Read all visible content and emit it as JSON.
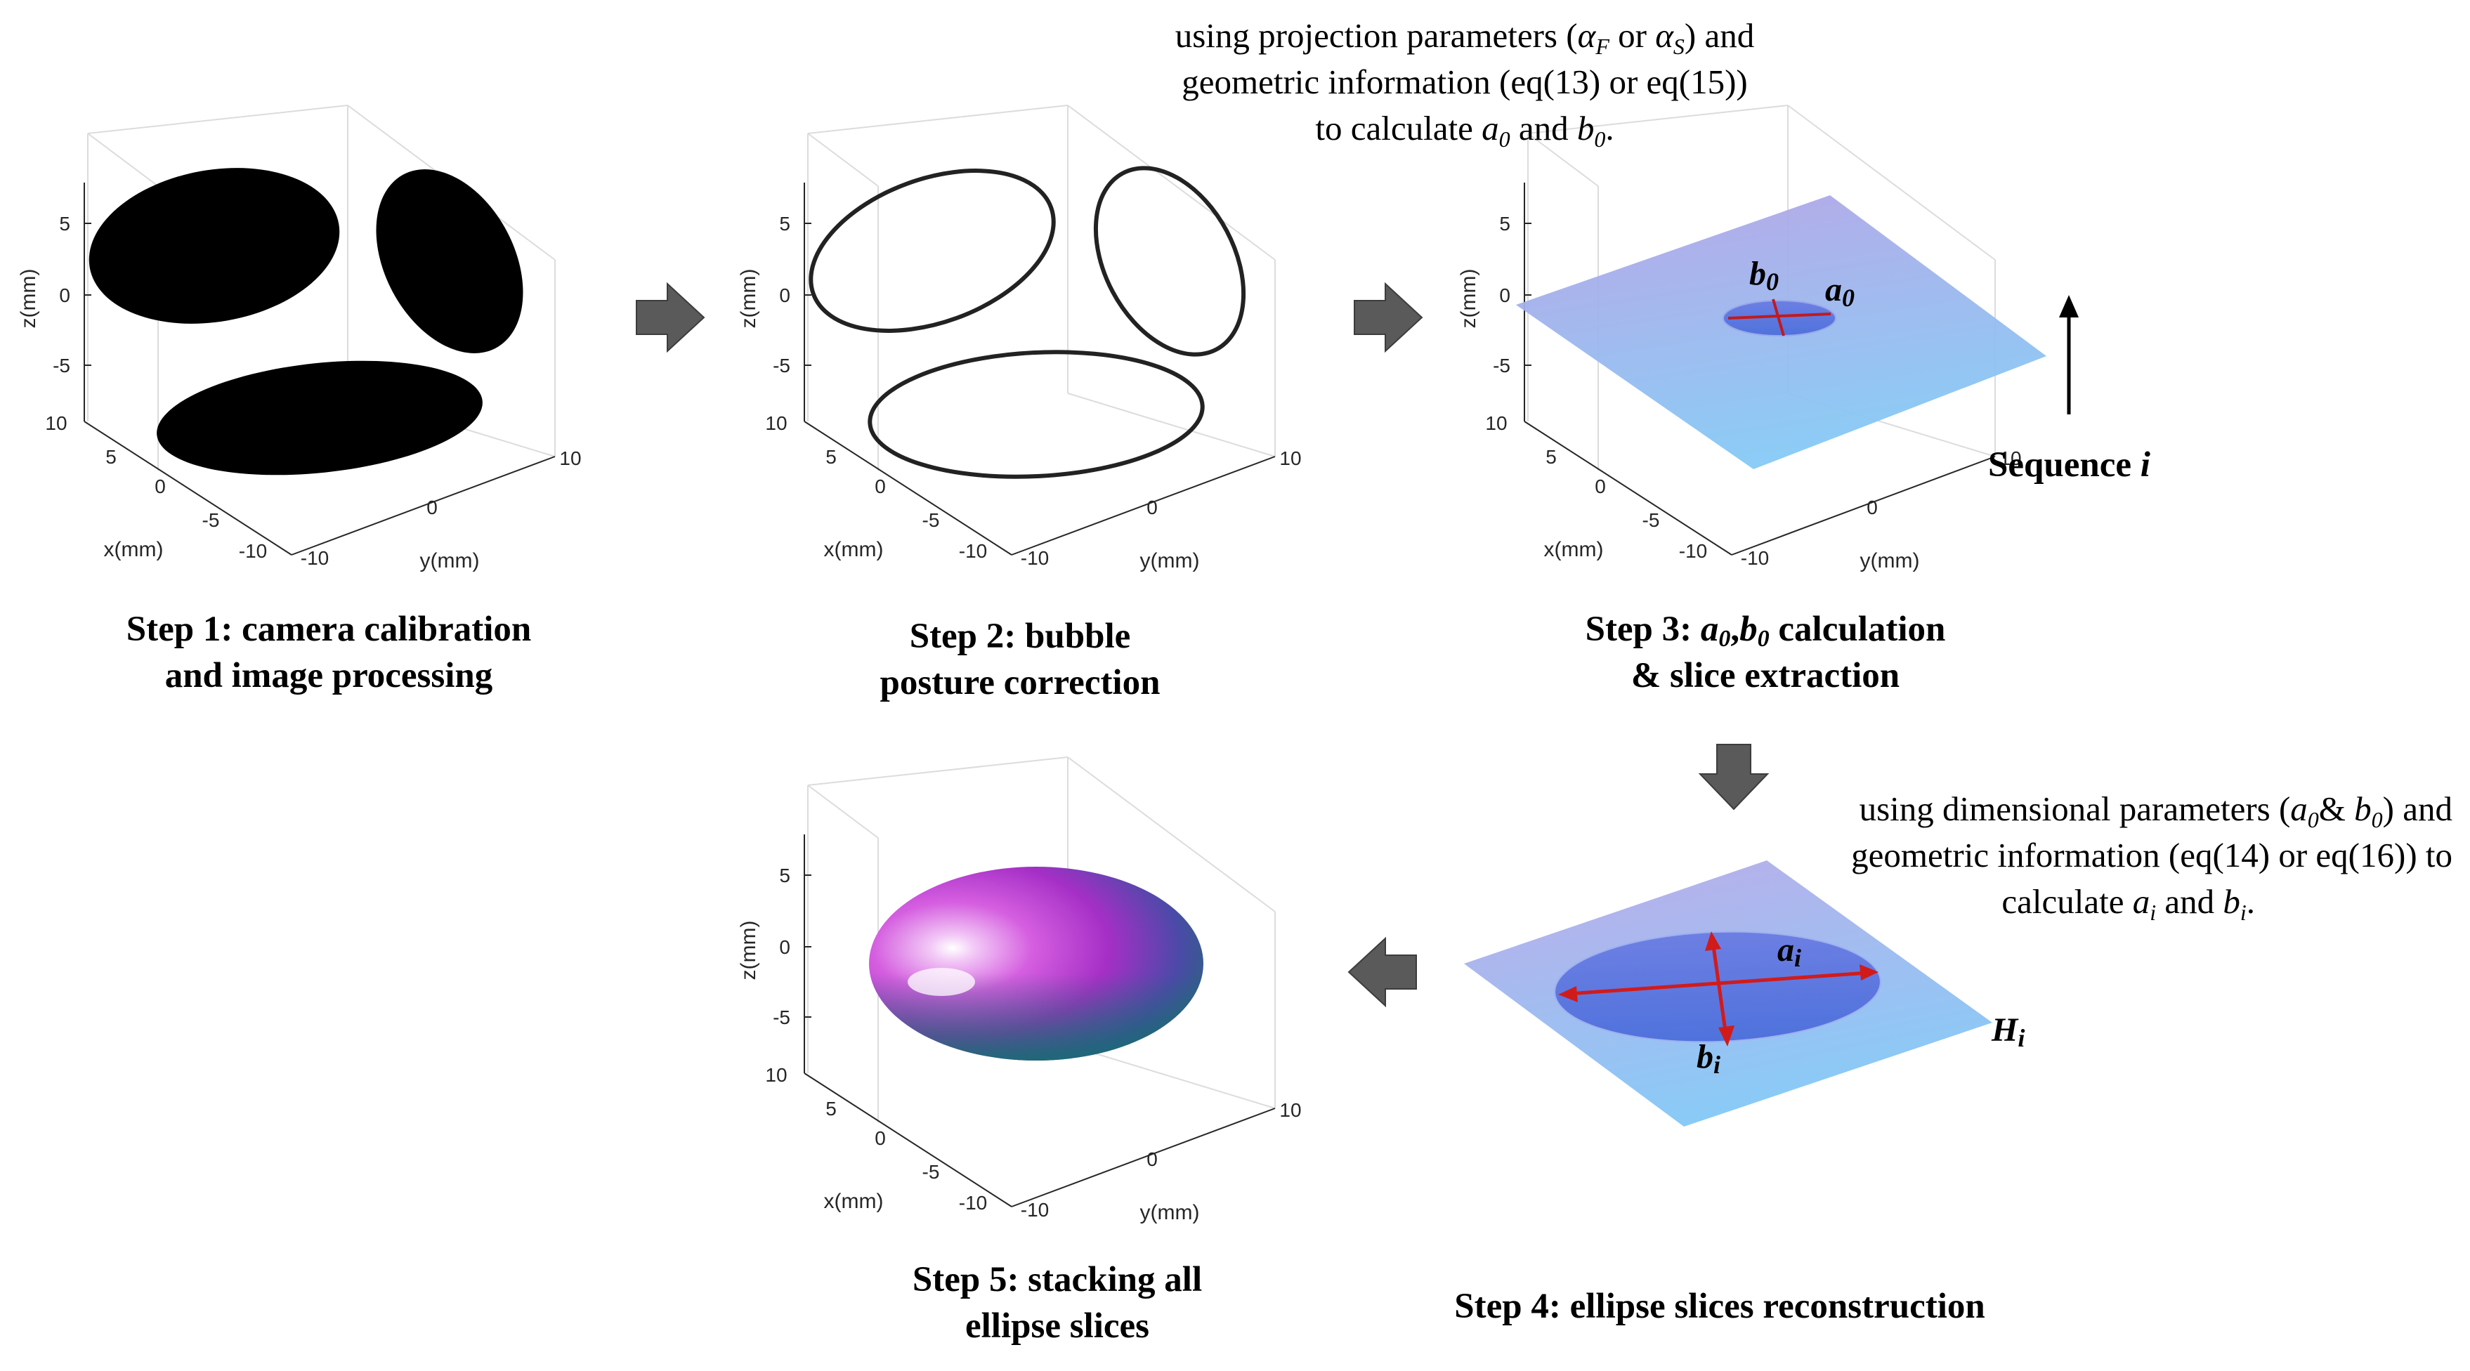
{
  "colors": {
    "arrow_fill": "#5a5a5a",
    "slice_red": "#d11b1b",
    "plane_top": "#b7a6e6",
    "plane_bottom": "#88c6f4",
    "bubble_magenta": "#cc3bd6",
    "bubble_teal": "#1f6d70"
  },
  "icons": [
    "flow-arrow-right-icon",
    "flow-arrow-down-icon",
    "flow-arrow-left-icon",
    "sequence-up-arrow-icon"
  ],
  "axes": {
    "xlabel": "x(mm)",
    "ylabel": "y(mm)",
    "zlabel": "z(mm)",
    "z_ticks": [
      "5",
      "0",
      "-5"
    ],
    "x_ticks": [
      "10",
      "5",
      "0",
      "-5",
      "-10"
    ],
    "y_ticks": [
      "-10",
      "0",
      "10"
    ]
  },
  "steps": {
    "step1": {
      "line1": "Step 1: camera calibration",
      "line2": "and image processing"
    },
    "step2": {
      "line1": "Step 2: bubble",
      "line2": "posture correction"
    },
    "step3": {
      "prefix": "Step 3: ",
      "a0": "a",
      "a0_sub": "0",
      "comma": ",",
      "b0": "b",
      "b0_sub": "0",
      "suffix": " calculation",
      "line2": "& slice extraction"
    },
    "step4": {
      "line1": "Step 4: ellipse slices reconstruction"
    },
    "step5": {
      "line1": "Step 5: stacking all",
      "line2": "ellipse slices"
    }
  },
  "note_top": {
    "l1_a": "using projection parameters (",
    "alpha": "α",
    "sub_f": "F",
    "or": " or ",
    "sub_s": "S",
    "l1_b": ") and",
    "line2": "geometric information (eq(13) or eq(15))",
    "l3_a": "to calculate ",
    "a": "a",
    "sub0": "0",
    "and": " and ",
    "b": "b",
    "end": "."
  },
  "note_mid": {
    "l1_a": "using dimensional parameters (",
    "a": "a",
    "sub0": "0",
    "amp": "& ",
    "b": "b",
    "l1_b": ") and",
    "line2": "geometric information (eq(14) or eq(16)) to",
    "l3_a": "calculate ",
    "ai": "a",
    "subi": "i",
    "and": " and ",
    "bi": "b",
    "end": "."
  },
  "labels": {
    "b0": "b",
    "b0_sub": "0",
    "a0": "a",
    "a0_sub": "0",
    "sequence": "Sequence ",
    "sequence_i": "i",
    "ai": "a",
    "ai_sub": "i",
    "bi": "b",
    "bi_sub": "i",
    "hi": "H",
    "hi_sub": "i"
  }
}
